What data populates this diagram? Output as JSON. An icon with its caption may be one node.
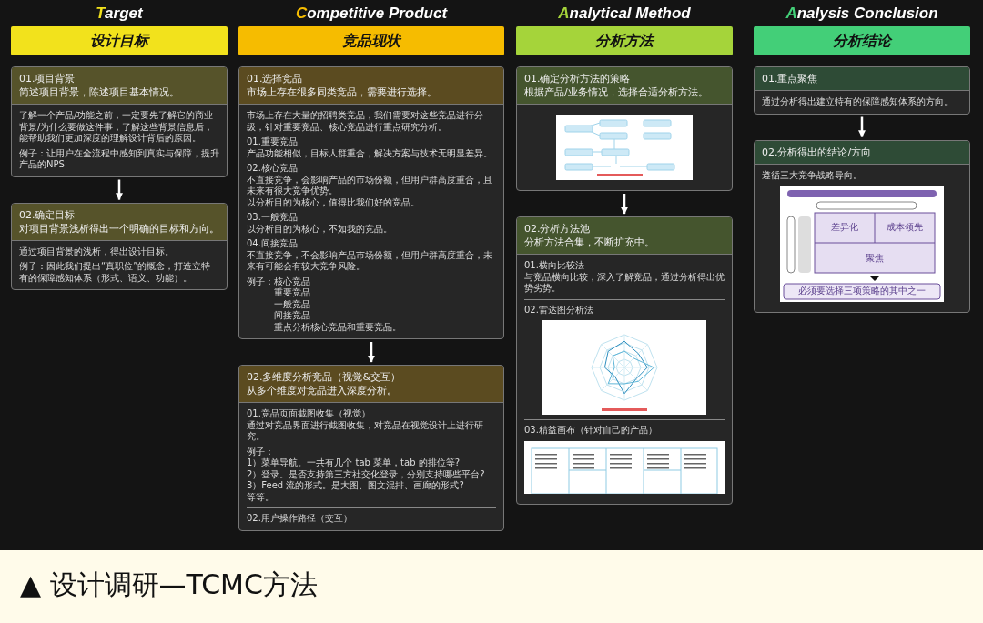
{
  "diagram": {
    "caption": "▲ 设计调研—TCMC方法",
    "nodes": [
      {
        "text": [
          "Target",
          "设计目标"
        ]
      },
      {
        "text": [
          "01.项目背景",
          "简述项目背景，陈述项目基本情况。",
          "了解一个产品/功能之前，一定要先了解它的商业背景/为什么要做这件事，了解这些背景信息后，能帮助我们更加深度的理解设计背后的原因。",
          "例子：让用户在全流程中感知到真实与保障，提升产品的NPS"
        ]
      },
      {
        "text": [
          "02.确定目标",
          "对项目背景浅析得出一个明确的目标和方向。",
          "通过项目背景的浅析，得出设计目标。",
          "例子：因此我们提出“真职位”的概念，打造立特有的保障感知体系（形式、语义、功能）。"
        ]
      },
      {
        "text": [
          "Competitive Product",
          "竞品现状"
        ]
      },
      {
        "text": [
          "01.选择竞品",
          "市场上存在很多同类竞品，需要进行选择。",
          "市场上存在大量的招聘类竞品，我们需要对这些竞品进行分级，针对重要竞品、核心竞品进行重点研究分析。",
          "01.重要竞品",
          "产品功能相似，目标人群重合，解决方案与技术无明显差异。",
          "02.核心竞品",
          "不直接竞争，会影响产品的市场份额，但用户群高度重合，且未来有很大竞争优势。",
          "以分析目的为核心，值得比我们好的竞品。",
          "03.一般竞品",
          "以分析目的为核心，不如我的竞品。",
          "04.间接竞品",
          "不直接竞争，不会影响产品市场份额，但用户群高度重合，未来有可能会有较大竞争风险。",
          "例子：核心竞品",
          "重要竞品",
          "一般竞品",
          "间接竞品",
          "重点分析核心竞品和重要竞品。"
        ]
      },
      {
        "text": [
          "02.多维度分析竞品（视觉&交互）",
          "从多个维度对竞品进入深度分析。",
          "01.竞品页面截图收集（视觉）",
          "通过对竞品界面进行截图收集，对竞品在视觉设计上进行研究。",
          "例子：",
          "1）菜单导航。一共有几个 tab 菜单，tab 的排位等?",
          "2）登录。是否支持第三方社交化登录，分别支持哪些平台?",
          "3）Feed 流的形式。是大图、图文混排、画廊的形式?",
          "等等。",
          "02.用户操作路径（交互）"
        ]
      },
      {
        "text": [
          "Analytical Method",
          "分析方法"
        ]
      },
      {
        "text": [
          "01.确定分析方法的策略",
          "根据产品/业务情况，选择合适分析方法。"
        ]
      },
      {
        "text": [
          "02.分析方法池",
          "分析方法合集，不断扩充中。",
          "01.横向比较法",
          "与竞品横向比较，深入了解竞品，通过分析得出优势劣势。",
          "02.雷达图分析法",
          "03.精益画布（针对自己的产品）"
        ]
      },
      {
        "text": [
          "Analysis Conclusion",
          "分析结论"
        ]
      },
      {
        "text": [
          "01.重点聚焦",
          "通过分析得出建立特有的保障感知体系的方向。"
        ]
      },
      {
        "text": [
          "02.分析得出的结论/方向",
          "遵循三大竞争战略导向。"
        ]
      }
    ],
    "edges": [
      {
        "from": 1,
        "to": 2,
        "arrow": "to"
      },
      {
        "from": 4,
        "to": 5,
        "arrow": "to"
      },
      {
        "from": 7,
        "to": 8,
        "arrow": "to"
      },
      {
        "from": 10,
        "to": 11,
        "arrow": "to"
      }
    ],
    "labels": [
      "差异化",
      "成本领先",
      "聚焦",
      "必须要选择三项策略的其中之一"
    ]
  }
}
